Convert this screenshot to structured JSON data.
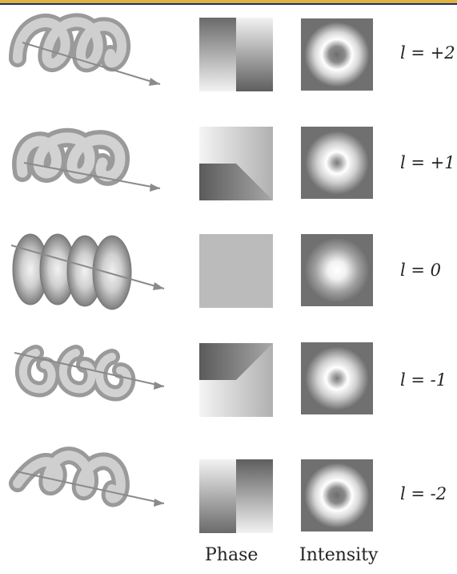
{
  "colors": {
    "top_bar": "#e0b43a",
    "top_rule": "#1b2f6e",
    "intensity_bg": "#707070",
    "phase_flat": "#bbbbbb"
  },
  "rows": [
    {
      "l": 2,
      "label": "l = +2"
    },
    {
      "l": 1,
      "label": "l = +1"
    },
    {
      "l": 0,
      "label": "l = 0"
    },
    {
      "l": -1,
      "label": "l = -1"
    },
    {
      "l": -2,
      "label": "l = -2"
    }
  ],
  "columns": {
    "phase": "Phase",
    "intensity": "Intensity"
  }
}
